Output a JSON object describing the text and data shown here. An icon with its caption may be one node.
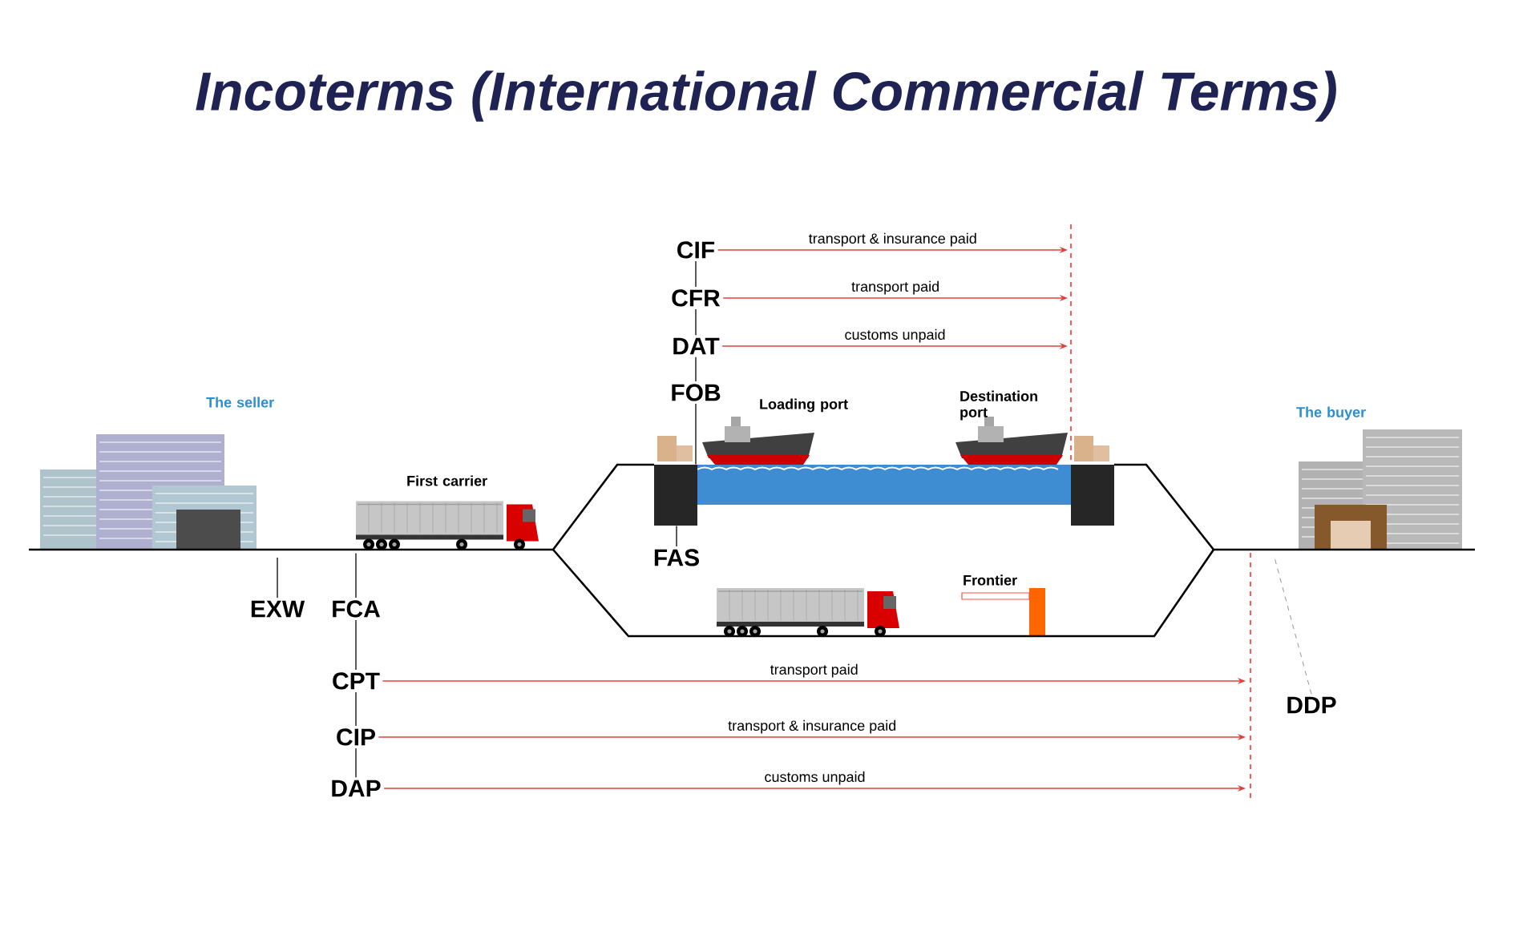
{
  "diagram": {
    "title": "Incoterms (International Commercial Terms)",
    "nodes": [
      {
        "text": [
          "CIF"
        ]
      },
      {
        "text": [
          "CFR"
        ]
      },
      {
        "text": [
          "DAT"
        ]
      },
      {
        "text": [
          "FOB"
        ]
      },
      {
        "text": [
          "FAS"
        ]
      },
      {
        "text": [
          "EXW"
        ]
      },
      {
        "text": [
          "FCA"
        ]
      },
      {
        "text": [
          "CPT"
        ]
      },
      {
        "text": [
          "CIP"
        ]
      },
      {
        "text": [
          "DAP"
        ]
      },
      {
        "text": [
          "DDP"
        ]
      },
      {
        "text": [],
        "shape": "box"
      },
      {
        "text": [],
        "shape": "picture"
      }
    ],
    "edges": [
      {
        "from": 0,
        "to": null,
        "arrow": "to",
        "label": "transport & insurance paid",
        "color": "#e0403c"
      },
      {
        "from": 1,
        "to": null,
        "arrow": "to",
        "label": "transport paid",
        "color": "#e0403c"
      },
      {
        "from": 2,
        "to": null,
        "arrow": "to",
        "label": "customs unpaid",
        "color": "#e0403c"
      },
      {
        "from": 7,
        "to": null,
        "arrow": "to",
        "label": "transport paid",
        "color": "#e0403c"
      },
      {
        "from": 8,
        "to": null,
        "arrow": "to",
        "label": "transport & insurance paid",
        "color": "#e0403c"
      },
      {
        "from": 9,
        "to": null,
        "arrow": "to",
        "label": "customs unpaid",
        "color": "#e0403c"
      },
      {
        "from": 0,
        "to": 1,
        "arrow": "none"
      },
      {
        "from": 1,
        "to": 2,
        "arrow": "none"
      },
      {
        "from": 2,
        "to": 3,
        "arrow": "none"
      },
      {
        "from": 6,
        "to": 7,
        "arrow": "none"
      },
      {
        "from": 7,
        "to": 8,
        "arrow": "none"
      },
      {
        "from": 8,
        "to": 9,
        "arrow": "none"
      },
      {
        "from": 3,
        "to": 11,
        "arrow": "none"
      },
      {
        "from": 4,
        "to": 11,
        "arrow": "none"
      },
      {
        "from": 5,
        "to": null,
        "arrow": "none"
      },
      {
        "from": 6,
        "to": 12,
        "arrow": "none"
      },
      {
        "from": 10,
        "to": null,
        "arrow": "none",
        "style": "dashed",
        "color": "#777777"
      }
    ],
    "labels": [
      "The seller",
      "First carrier",
      "Loading port",
      "Destination port",
      "Frontier",
      "The buyer"
    ]
  }
}
